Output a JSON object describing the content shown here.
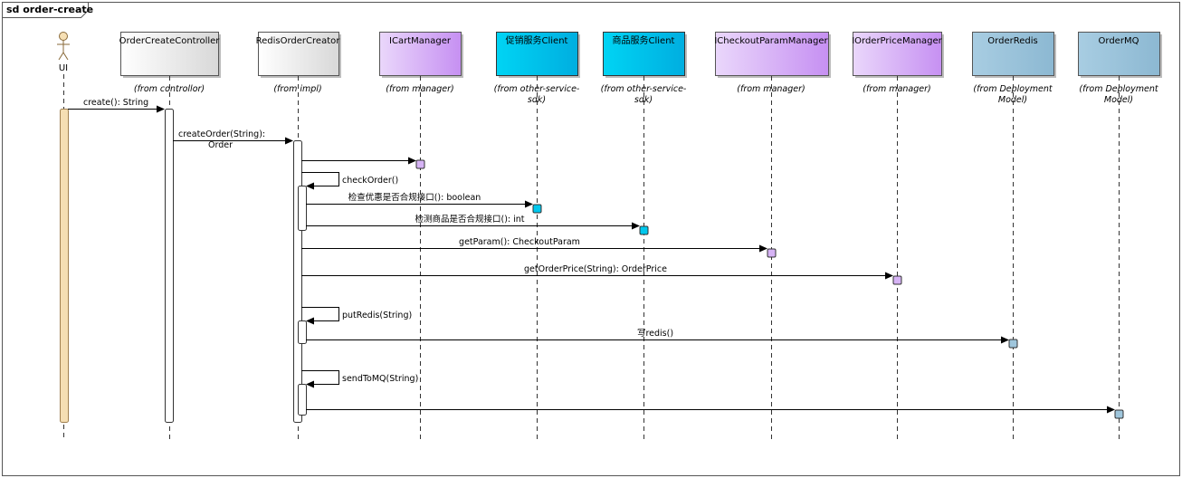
{
  "frame": {
    "title": "sd order-create"
  },
  "actor": {
    "name": "UI"
  },
  "participants": [
    {
      "id": "controller",
      "name": "OrderCreateController",
      "from_lines": [
        "(from controllor)"
      ],
      "style": "gray"
    },
    {
      "id": "creator",
      "name": "RedisOrderCreator",
      "from_lines": [
        "(from impl)"
      ],
      "style": "gray"
    },
    {
      "id": "cart",
      "name": "ICartManager",
      "from_lines": [
        "(from manager)"
      ],
      "style": "purple"
    },
    {
      "id": "promo",
      "name": "促销服务Client",
      "from_lines": [
        "(from other-service-",
        "sdk)"
      ],
      "style": "cyan"
    },
    {
      "id": "goods",
      "name": "商品服务Client",
      "from_lines": [
        "(from other-service-",
        "sdk)"
      ],
      "style": "cyan"
    },
    {
      "id": "checkout",
      "name": "ICheckoutParamManager",
      "from_lines": [
        "(from manager)"
      ],
      "style": "purple"
    },
    {
      "id": "price",
      "name": "IOrderPriceManager",
      "from_lines": [
        "(from manager)"
      ],
      "style": "purple"
    },
    {
      "id": "redis",
      "name": "OrderRedis",
      "from_lines": [
        "(from Deployment",
        "Model)"
      ],
      "style": "steel"
    },
    {
      "id": "mq",
      "name": "OrderMQ",
      "from_lines": [
        "(from Deployment",
        "Model)"
      ],
      "style": "steel"
    }
  ],
  "messages": [
    {
      "id": "create",
      "lines": [
        "create(): String"
      ]
    },
    {
      "id": "createOrder",
      "lines": [
        "createOrder(String):",
        "Order"
      ]
    },
    {
      "id": "toCart",
      "lines": []
    },
    {
      "id": "checkOrder",
      "lines": [
        "checkOrder()"
      ]
    },
    {
      "id": "checkPromo",
      "lines": [
        "检查优惠是否合规接口(): boolean"
      ]
    },
    {
      "id": "checkGoods",
      "lines": [
        "检测商品是否合规接口(): int"
      ]
    },
    {
      "id": "getParam",
      "lines": [
        "getParam(): CheckoutParam"
      ]
    },
    {
      "id": "getOrderPrice",
      "lines": [
        "getOrderPrice(String): OrderPrice"
      ]
    },
    {
      "id": "putRedis",
      "lines": [
        "putRedis(String)"
      ]
    },
    {
      "id": "writeRedis",
      "lines": [
        "写redis()"
      ]
    },
    {
      "id": "sendToMQ",
      "lines": [
        "sendToMQ(String)"
      ]
    },
    {
      "id": "toMQ",
      "lines": []
    }
  ],
  "colors": {
    "gray": "#eeeeee",
    "purple": "#d6b3f5",
    "cyan": "#00c8ee",
    "steel": "#9fc6dc",
    "actor_activation": "#f5deb3"
  }
}
